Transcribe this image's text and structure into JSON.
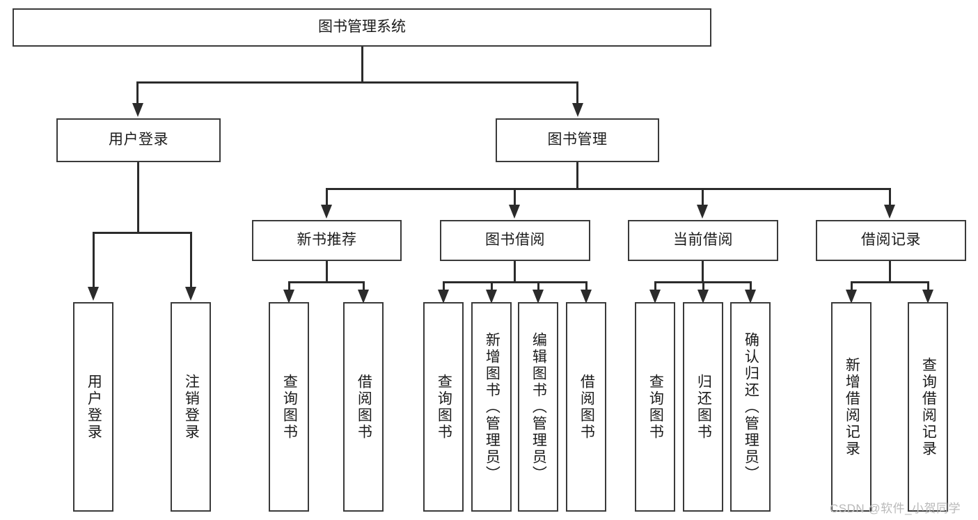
{
  "diagram": {
    "title": "图书管理系统",
    "type": "tree-hierarchy",
    "root": {
      "label": "图书管理系统"
    },
    "level2": [
      {
        "label": "用户登录"
      },
      {
        "label": "图书管理"
      }
    ],
    "level3": [
      {
        "label": "新书推荐"
      },
      {
        "label": "图书借阅"
      },
      {
        "label": "当前借阅"
      },
      {
        "label": "借阅记录"
      }
    ],
    "leaves": {
      "user_login": [
        {
          "label": "用户登录"
        },
        {
          "label": "注销登录"
        }
      ],
      "new_book_recommend": [
        {
          "label": "查询图书"
        },
        {
          "label": "借阅图书"
        }
      ],
      "book_borrow": [
        {
          "label": "查询图书"
        },
        {
          "label": "新增图书（管理员）"
        },
        {
          "label": "编辑图书（管理员）"
        },
        {
          "label": "借阅图书"
        }
      ],
      "current_borrow": [
        {
          "label": "查询图书"
        },
        {
          "label": "归还图书"
        },
        {
          "label": "确认归还（管理员）"
        }
      ],
      "borrow_records": [
        {
          "label": "新增借阅记录"
        },
        {
          "label": "查询借阅记录"
        }
      ]
    }
  },
  "watermark": {
    "text": "CSDN @软件_小贺同学"
  },
  "colors": {
    "box_border": "#3a3a3a",
    "connector": "#2b2b2b",
    "text": "#1b1b1b",
    "background": "#ffffff",
    "watermark": "#b9b9b9"
  }
}
